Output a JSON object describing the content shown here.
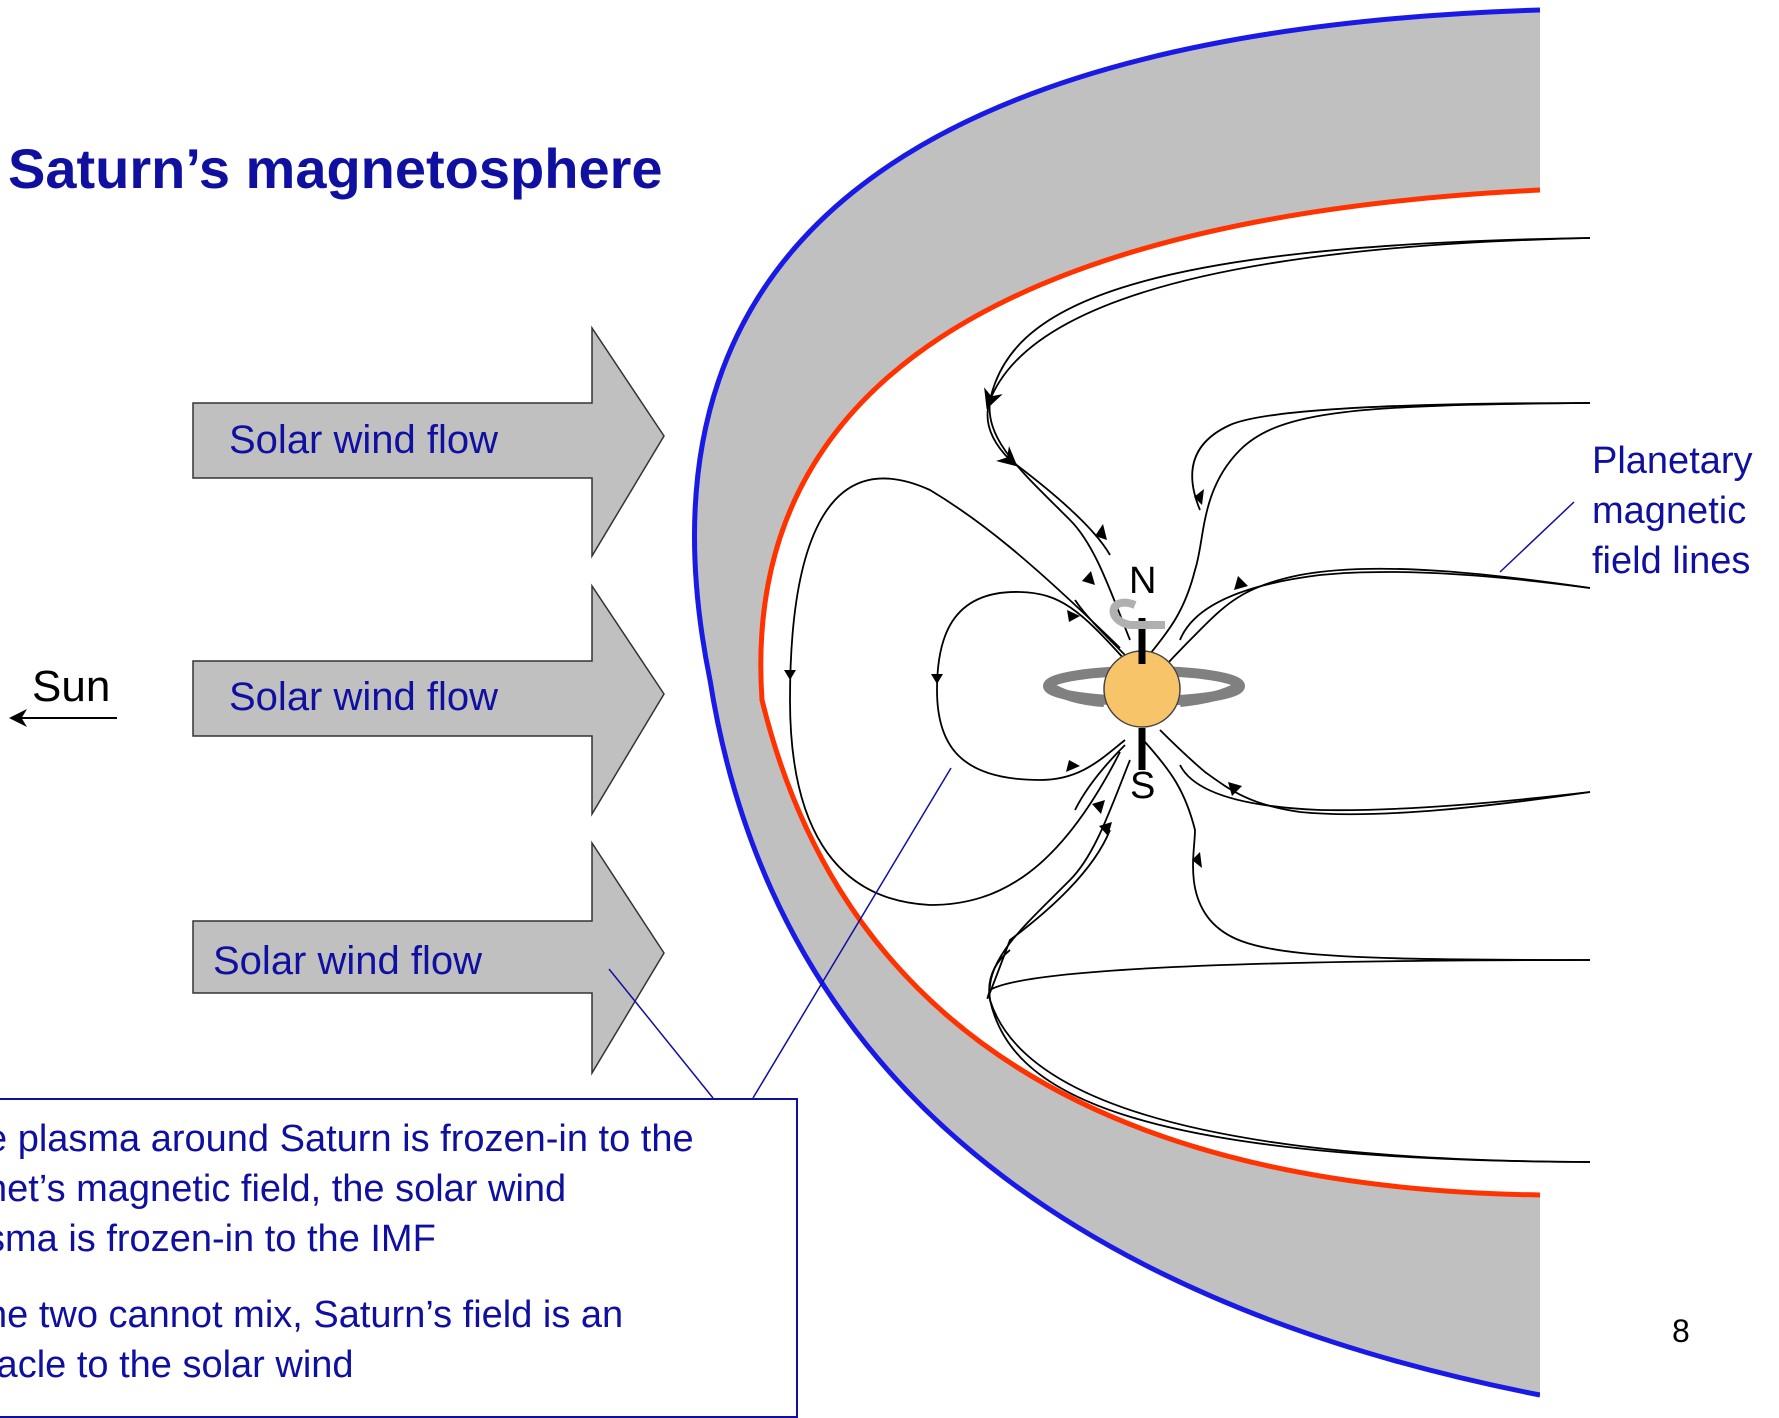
{
  "title": "Saturn’s magnetosphere",
  "solar_wind_labels": [
    "Solar wind flow",
    "Solar wind flow",
    "Solar wind flow"
  ],
  "sun_label": "Sun",
  "poles": {
    "north": "N",
    "south": "S"
  },
  "field_lines_label": [
    "Planetary",
    "magnetic",
    "field lines"
  ],
  "callout_lines": [
    "e plasma around Saturn is frozen-in to the",
    "net’s magnetic field, the solar wind",
    "sma is frozen-in to the IMF",
    "he two cannot mix, Saturn’s field is an",
    "tacle to the solar wind"
  ],
  "page_number": "8",
  "colors": {
    "bow_shock": "#1a1ae6",
    "magnetopause": "#ff3300",
    "magnetosheath": "#c0c0c0",
    "arrow_fill": "#c0c0c0",
    "text_blue": "#1010a0",
    "planet": "#f8c46a",
    "rings": "#808080"
  }
}
